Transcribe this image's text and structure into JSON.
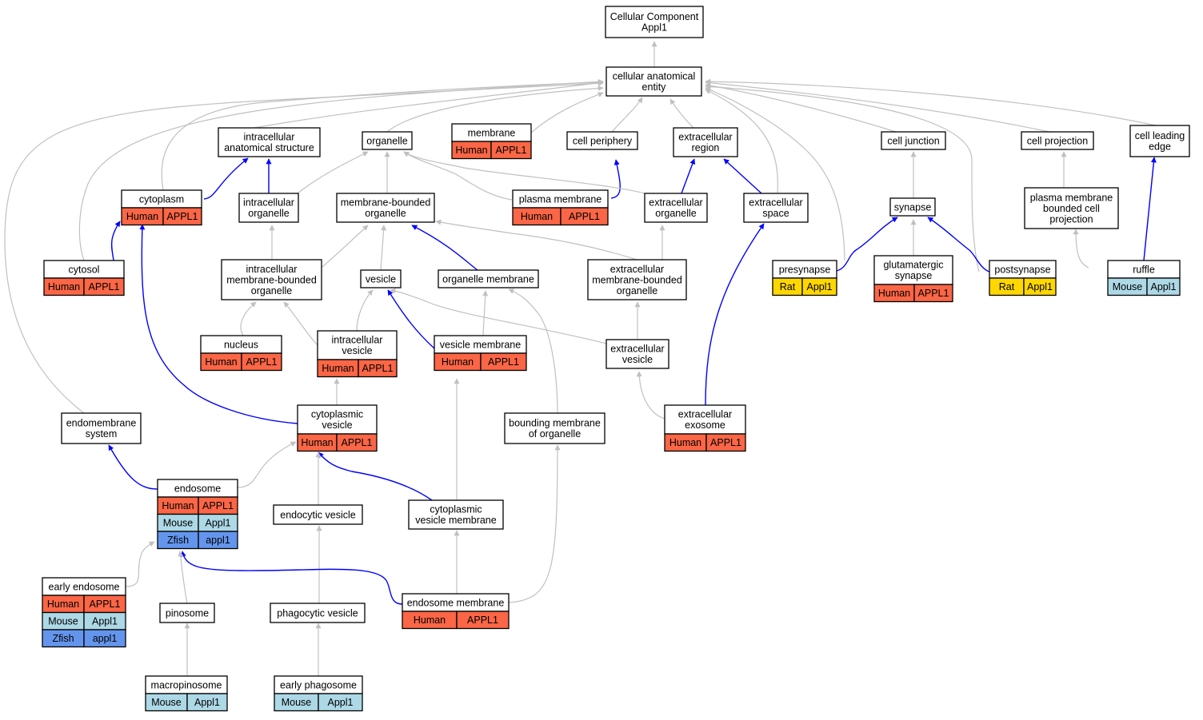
{
  "colors": {
    "is_a_edge": "#c0c0c0",
    "part_of_edge": "#0000ff",
    "human": "#fa6646",
    "mouse": "#add8e6",
    "zfish": "#6495ed",
    "rat": "#ffd700",
    "node_fill": "#ffffff",
    "node_stroke": "#000000"
  },
  "nodes": {
    "root": {
      "lines": [
        "Cellular Component",
        "Appl1"
      ]
    },
    "cae": {
      "lines": [
        "cellular anatomical",
        "entity"
      ]
    },
    "ias": {
      "lines": [
        "intracellular",
        "anatomical structure"
      ]
    },
    "organelle": {
      "lines": [
        "organelle"
      ]
    },
    "membrane": {
      "lines": [
        "membrane"
      ],
      "rows": [
        [
          "Human",
          "APPL1"
        ]
      ]
    },
    "cellperiph": {
      "lines": [
        "cell periphery"
      ]
    },
    "exregion": {
      "lines": [
        "extracellular",
        "region"
      ]
    },
    "celljunc": {
      "lines": [
        "cell junction"
      ]
    },
    "cellproj": {
      "lines": [
        "cell projection"
      ]
    },
    "leadedge": {
      "lines": [
        "cell leading",
        "edge"
      ]
    },
    "cytoplasm": {
      "lines": [
        "cytoplasm"
      ],
      "rows": [
        [
          "Human",
          "APPL1"
        ]
      ]
    },
    "icorg": {
      "lines": [
        "intracellular",
        "organelle"
      ]
    },
    "mbo": {
      "lines": [
        "membrane-bounded",
        "organelle"
      ]
    },
    "plasmamem": {
      "lines": [
        "plasma membrane"
      ],
      "rows": [
        [
          "Human",
          "APPL1"
        ]
      ]
    },
    "exorg": {
      "lines": [
        "extracellular",
        "organelle"
      ]
    },
    "exspace": {
      "lines": [
        "extracellular",
        "space"
      ]
    },
    "synapse": {
      "lines": [
        "synapse"
      ]
    },
    "pmbcp": {
      "lines": [
        "plasma membrane",
        "bounded cell",
        "projection"
      ]
    },
    "cytosol": {
      "lines": [
        "cytosol"
      ],
      "rows": [
        [
          "Human",
          "APPL1"
        ]
      ]
    },
    "imbo": {
      "lines": [
        "intracellular",
        "membrane-bounded",
        "organelle"
      ]
    },
    "vesicle": {
      "lines": [
        "vesicle"
      ]
    },
    "orgmem": {
      "lines": [
        "organelle membrane"
      ]
    },
    "embo": {
      "lines": [
        "extracellular",
        "membrane-bounded",
        "organelle"
      ]
    },
    "presyn": {
      "lines": [
        "presynapse"
      ],
      "rows": [
        [
          "Rat",
          "Appl1"
        ]
      ]
    },
    "glusyn": {
      "lines": [
        "glutamatergic",
        "synapse"
      ],
      "rows": [
        [
          "Human",
          "APPL1"
        ]
      ]
    },
    "postsyn": {
      "lines": [
        "postsynapse"
      ],
      "rows": [
        [
          "Rat",
          "Appl1"
        ]
      ]
    },
    "ruffle": {
      "lines": [
        "ruffle"
      ],
      "rows": [
        [
          "Mouse",
          "Appl1"
        ]
      ]
    },
    "nucleus": {
      "lines": [
        "nucleus"
      ],
      "rows": [
        [
          "Human",
          "APPL1"
        ]
      ]
    },
    "icves": {
      "lines": [
        "intracellular",
        "vesicle"
      ],
      "rows": [
        [
          "Human",
          "APPL1"
        ]
      ]
    },
    "vesmem": {
      "lines": [
        "vesicle membrane"
      ],
      "rows": [
        [
          "Human",
          "APPL1"
        ]
      ]
    },
    "exves": {
      "lines": [
        "extracellular",
        "vesicle"
      ]
    },
    "endomem": {
      "lines": [
        "endomembrane",
        "system"
      ]
    },
    "cytves": {
      "lines": [
        "cytoplasmic",
        "vesicle"
      ],
      "rows": [
        [
          "Human",
          "APPL1"
        ]
      ]
    },
    "bmo": {
      "lines": [
        "bounding membrane",
        "of organelle"
      ]
    },
    "exosome": {
      "lines": [
        "extracellular",
        "exosome"
      ],
      "rows": [
        [
          "Human",
          "APPL1"
        ]
      ]
    },
    "endosome": {
      "lines": [
        "endosome"
      ],
      "rows": [
        [
          "Human",
          "APPL1"
        ],
        [
          "Mouse",
          "Appl1"
        ],
        [
          "Zfish",
          "appl1"
        ]
      ]
    },
    "endocves": {
      "lines": [
        "endocytic vesicle"
      ]
    },
    "cvm": {
      "lines": [
        "cytoplasmic",
        "vesicle membrane"
      ]
    },
    "earlyendo": {
      "lines": [
        "early endosome"
      ],
      "rows": [
        [
          "Human",
          "APPL1"
        ],
        [
          "Mouse",
          "Appl1"
        ],
        [
          "Zfish",
          "appl1"
        ]
      ]
    },
    "pinosome": {
      "lines": [
        "pinosome"
      ]
    },
    "phagoves": {
      "lines": [
        "phagocytic vesicle"
      ]
    },
    "endomemb": {
      "lines": [
        "endosome membrane"
      ],
      "rows": [
        [
          "Human",
          "APPL1"
        ]
      ]
    },
    "macropino": {
      "lines": [
        "macropinosome"
      ],
      "rows": [
        [
          "Mouse",
          "Appl1"
        ]
      ]
    },
    "earlyphago": {
      "lines": [
        "early phagosome"
      ],
      "rows": [
        [
          "Mouse",
          "Appl1"
        ]
      ]
    }
  }
}
